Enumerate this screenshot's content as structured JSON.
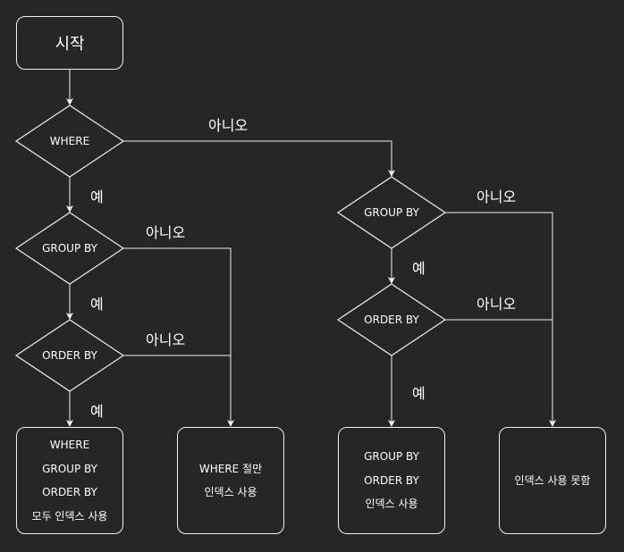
{
  "colors": {
    "background": "#262626",
    "stroke": "#f0f0f0",
    "text": "#ffffff"
  },
  "nodes": {
    "start": "시작",
    "d_where": "WHERE",
    "d_group_left": "GROUP BY",
    "d_order_left": "ORDER BY",
    "d_group_right": "GROUP BY",
    "d_order_right": "ORDER BY",
    "r_all": [
      "WHERE",
      "GROUP BY",
      "ORDER BY",
      "모두 인덱스 사용"
    ],
    "r_where": [
      "WHERE 절만",
      "인덱스 사용"
    ],
    "r_group_order": [
      "GROUP BY",
      "ORDER BY",
      "인덱스 사용"
    ],
    "r_none": [
      "인덱스 사용 못함"
    ]
  },
  "edge_labels": {
    "where_no": "아니오",
    "where_yes": "예",
    "group_left_no": "아니오",
    "group_left_yes": "예",
    "order_left_no": "아니오",
    "order_left_yes": "예",
    "group_right_no": "아니오",
    "group_right_yes": "예",
    "order_right_no": "아니오",
    "order_right_yes": "예"
  }
}
